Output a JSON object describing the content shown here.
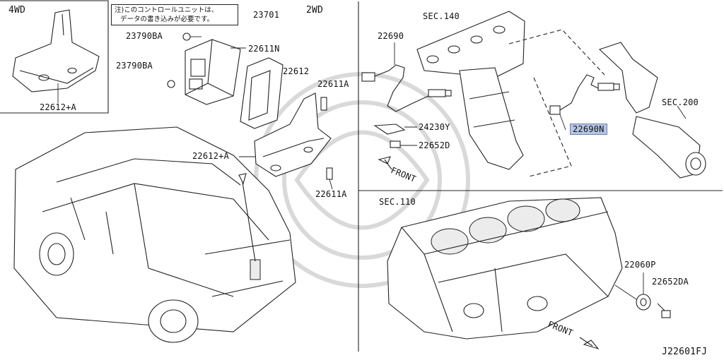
{
  "diagram": {
    "drive_labels": {
      "four_wd": "4WD",
      "two_wd": "2WD"
    },
    "note": {
      "line1": "注)このコントロールユニットは、",
      "line2": "データの書き込みが必要です。"
    },
    "part_labels": {
      "p23701": "23701",
      "p23790ba_top": "23790BA",
      "p23790ba_mid": "23790BA",
      "p22611n": "22611N",
      "p22612": "22612",
      "p22612a_left": "22612+A",
      "p22612a_mid": "22612+A",
      "p22611a_top": "22611A",
      "p22611a_bot": "22611A",
      "p22690_top": "22690",
      "p22690n": "22690N",
      "p24230y": "24230Y",
      "p22652d": "22652D",
      "p22060p": "22060P",
      "p22652da": "22652DA"
    },
    "section_labels": {
      "sec140": "SEC.140",
      "sec200": "SEC.200",
      "sec110": "SEC.110"
    },
    "front_labels": {
      "front_top": "FRONT",
      "front_bottom": "FRONT"
    },
    "diagram_code": "J22601FJ",
    "highlighted_part": "22690N",
    "colors": {
      "highlight": "#b7c6e6",
      "line": "#222222",
      "watermark": "#d9d9d9"
    }
  }
}
